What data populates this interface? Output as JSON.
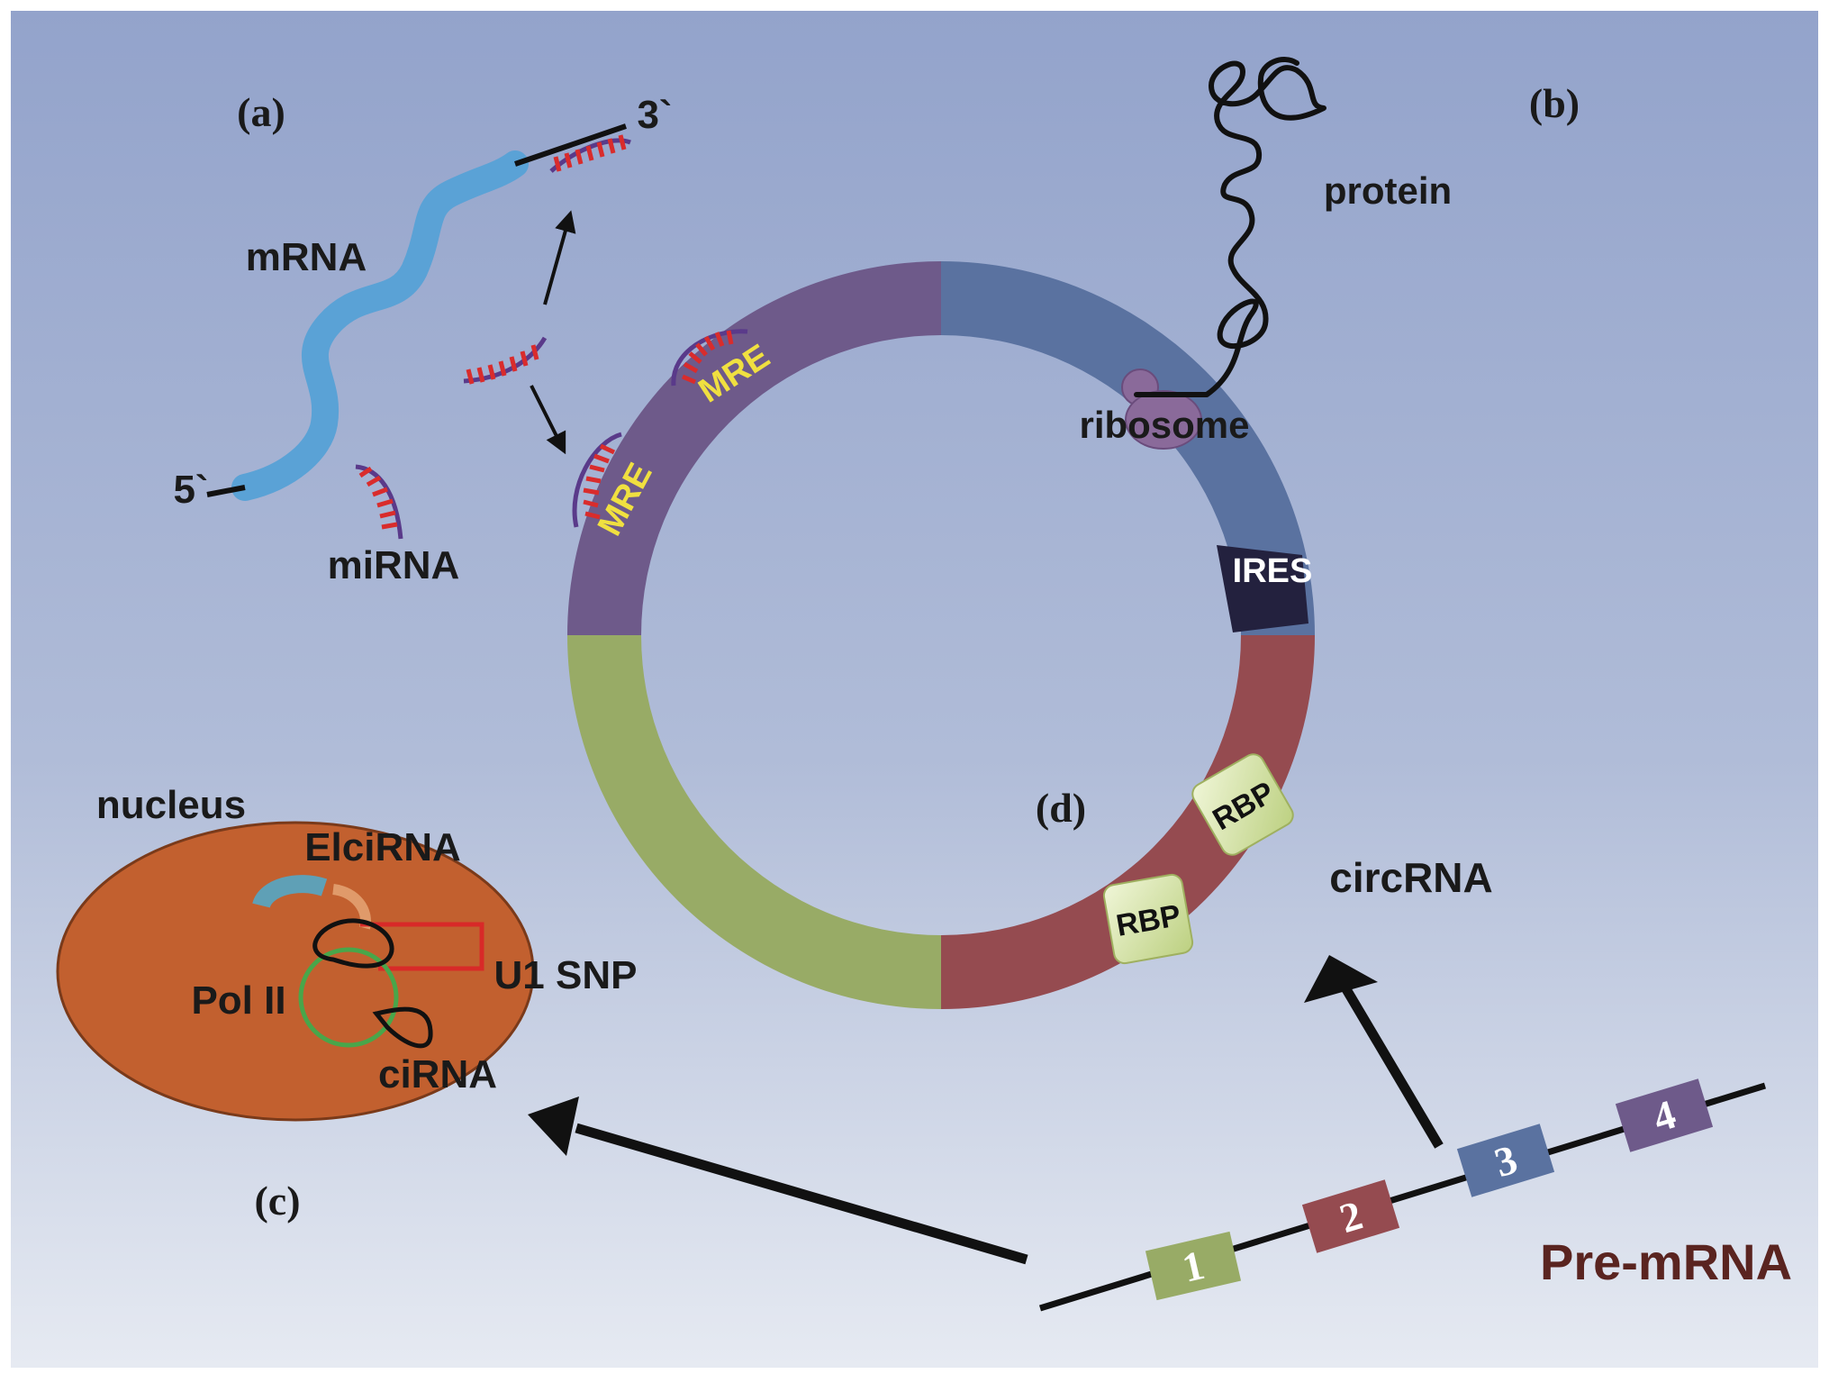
{
  "panels": {
    "a": "(a)",
    "b": "(b)",
    "c": "(c)",
    "d": "(d)"
  },
  "labels": {
    "mrna": "mRNA",
    "five_prime": "5`",
    "three_prime": "3`",
    "mirna": "miRNA",
    "mre": "MRE",
    "protein": "protein",
    "ribosome": "ribosome",
    "ires": "IRES",
    "rbp": "RBP",
    "circrna": "circRNA",
    "nucleus": "nucleus",
    "elcirna": "ElciRNA",
    "pol2": "Pol II",
    "u1snp": "U1 SNP",
    "cirna": "ciRNA",
    "premrna": "Pre-mRNA"
  },
  "exons": [
    "1",
    "2",
    "3",
    "4"
  ],
  "colors": {
    "purple": "#6e5a8a",
    "blue": "#5a72a0",
    "red": "#954b50",
    "green": "#98ab66",
    "ires": "#23213e",
    "mrna": "#5aa2d6",
    "nucleus": "#c2602f",
    "yellow_text": "#f0e040",
    "premrna_text": "#5a2420"
  }
}
